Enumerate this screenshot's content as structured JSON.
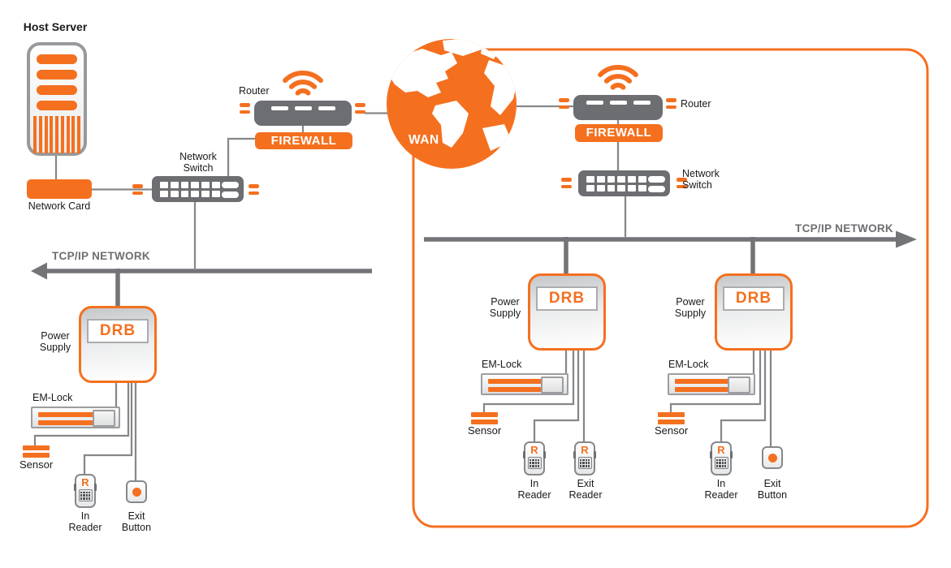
{
  "diagram": {
    "left": {
      "host_server": "Host Server",
      "network_card": "Network Card",
      "switch_line1": "Network",
      "switch_line2": "Switch",
      "router": "Router",
      "firewall": "FIREWALL",
      "bus": "TCP/IP NETWORK"
    },
    "wan": "WAN",
    "right": {
      "router": "Router",
      "firewall": "FIREWALL",
      "switch_line1": "Network",
      "switch_line2": "Switch",
      "bus": "TCP/IP NETWORK"
    },
    "reader_glyph": "R",
    "groups": [
      {
        "drb": "DRB",
        "power1": "Power",
        "power2": "Supply",
        "em_lock": "EM-Lock",
        "sensor": "Sensor",
        "dev1_line1": "In",
        "dev1_line2": "Reader",
        "dev2_line1": "Exit",
        "dev2_line2": "Button"
      },
      {
        "drb": "DRB",
        "power1": "Power",
        "power2": "Supply",
        "em_lock": "EM-Lock",
        "sensor": "Sensor",
        "dev1_line1": "In",
        "dev1_line2": "Reader",
        "dev2_line1": "Exit",
        "dev2_line2": "Reader"
      },
      {
        "drb": "DRB",
        "power1": "Power",
        "power2": "Supply",
        "em_lock": "EM-Lock",
        "sensor": "Sensor",
        "dev1_line1": "In",
        "dev1_line2": "Reader",
        "dev2_line1": "Exit",
        "dev2_line2": "Button"
      }
    ],
    "colors": {
      "orange": "#f4701f",
      "device_gray": "#6d6e71",
      "line_gray": "#85878a",
      "bus_gray": "#737477"
    }
  }
}
